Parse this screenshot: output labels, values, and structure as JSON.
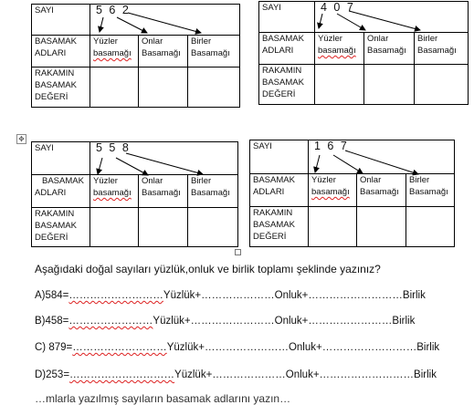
{
  "tables": [
    {
      "sayi_label": "SAYI",
      "number": "5 6 2",
      "row2_label_a": "BASAMAK",
      "row2_label_b": "ADLARI",
      "col1_a": "Yüzler",
      "col1_b": "basamağı",
      "col2_a": "Onlar",
      "col2_b": "Basamağı",
      "col3_a": "Birler",
      "col3_b": "Basamağı",
      "row3_a": "RAKAMIN",
      "row3_b": "BASAMAK",
      "row3_c": "DEĞERİ"
    },
    {
      "sayi_label": "SAYI",
      "number": "4 0 7",
      "row2_label_a": "BASAMAK",
      "row2_label_b": "ADLARI",
      "col1_a": "Yüzler",
      "col1_b": "basamağı",
      "col2_a": "Onlar",
      "col2_b": "Basamağı",
      "col3_a": "Birler",
      "col3_b": "Basamağı",
      "row3_a": "RAKAMIN",
      "row3_b": "BASAMAK",
      "row3_c": "DEĞERİ"
    },
    {
      "sayi_label": "SAYI",
      "number": "5 5 8",
      "row2_label_a": "BASAMAK",
      "row2_label_b": "ADLARI",
      "col1_a": "Yüzler",
      "col1_b": "basamağı",
      "col2_a": "Onlar",
      "col2_b": "Basamağı",
      "col3_a": "Birler",
      "col3_b": "Basamağı",
      "row3_a": "RAKAMIN",
      "row3_b": "BASAMAK",
      "row3_c": "DEĞERİ"
    },
    {
      "sayi_label": "SAYI",
      "number": "1 6 7",
      "row2_label_a": "BASAMAK",
      "row2_label_b": "ADLARI",
      "col1_a": "Yüzler",
      "col1_b": "basamağı",
      "col2_a": "Onlar",
      "col2_b": "Basamağı",
      "col3_a": "Birler",
      "col3_b": "Basamağı",
      "row3_a": "RAKAMIN",
      "row3_b": "BASAMAK",
      "row3_c": "DEĞERİ"
    }
  ],
  "instruction": "Aşağıdaki doğal sayıları yüzlük,onluk  ve birlik toplamı şeklinde  yazınız?",
  "questions": [
    {
      "prefix": "A)584=",
      "d1": "………………………",
      "w1": "Yüzlük+",
      "d2": "…………………",
      "w2": "Onluk+",
      "d3": "………………………",
      "w3": "Birlik"
    },
    {
      "prefix": "B)458=",
      "d1": "……………………",
      "w1": "Yüzlük+",
      "d2": "……………………",
      "w2": "Onluk+",
      "d3": "……………………",
      "w3": "Birlik"
    },
    {
      "prefix": "C) 879=",
      "d1": "………………………",
      "w1": "Yüzlük+",
      "d2": "……………………",
      "w2": "Onluk+",
      "d3": "………………………",
      "w3": "Birlik"
    },
    {
      "prefix": "D)253=",
      "d1": "…………………………",
      "w1": "Yüzlük+",
      "d2": "…………………",
      "w2": "Onluk+",
      "d3": "………………………",
      "w3": "Birlik"
    }
  ],
  "partial_line": "…mlarla yazılmış sayıların basamak adlarını yazın…"
}
